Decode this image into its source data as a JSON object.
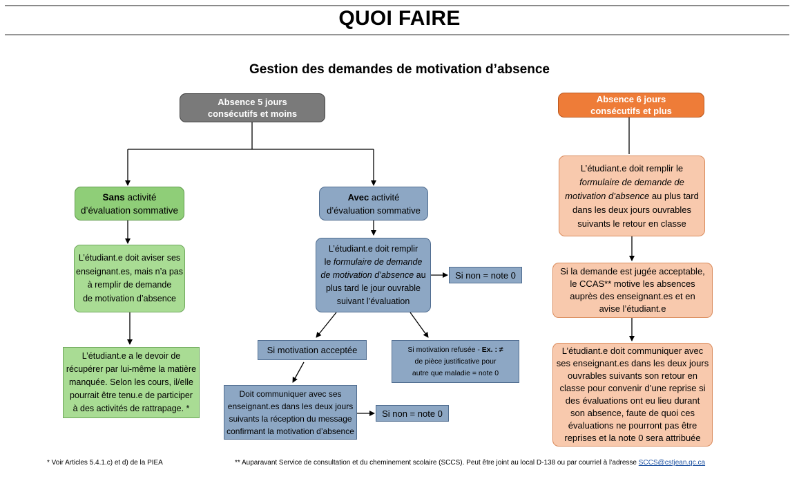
{
  "header": {
    "title": "QUOI FAIRE"
  },
  "subtitle": "Gestion des demandes de motivation d’absence",
  "left_branch": {
    "head": [
      "Absence 5 jours",
      "consécutifs et moins"
    ],
    "sans": {
      "bold": "Sans",
      "rest": " activité",
      "line2": "d’évaluation sommative"
    },
    "sans_step1": [
      "L’étudiant.e doit aviser ses",
      "enseignant.es, mais n’a pas",
      "à remplir de demande",
      "de motivation d’absence"
    ],
    "sans_step2": [
      "L’étudiant.e a le devoir de",
      "récupérer par lui-même la matière",
      "manquée. Selon les cours, il/elle",
      "pourrait être tenu.e de participer",
      "à des activités de rattrapage. *"
    ],
    "avec": {
      "bold": "Avec",
      "rest": " activité",
      "line2": "d’évaluation sommative"
    },
    "avec_step1": {
      "l1": "L’étudiant.e doit remplir",
      "l2_pre": "le ",
      "l2_it": "formulaire de demande",
      "l3_it": "de motivation d’absence",
      "l3_post": " au",
      "l4": "plus tard le jour ouvrable",
      "l5": "suivant l’évaluation"
    },
    "si_non_1": "Si non = note 0",
    "si_acceptee": "Si motivation acceptée",
    "si_refusee": {
      "pre": "Si motivation refusée - ",
      "bold": "Ex. : ≠",
      "l2": "de pièce justificative pour",
      "l3": "autre que maladie = note 0"
    },
    "doit_communiquer": [
      "Doit communiquer avec ses",
      "enseignant.es dans les deux jours",
      "suivants la réception du message",
      "confirmant la motivation d’absence"
    ],
    "si_non_2": "Si non = note 0"
  },
  "right_branch": {
    "head": [
      "Absence 6 jours",
      "consécutifs et plus"
    ],
    "step1": {
      "l1": "L’étudiant.e doit remplir le",
      "l2_it": "formulaire de demande de",
      "l3_it": "motivation d’absence",
      "l3_post": " au plus tard",
      "l4": "dans les deux jours ouvrables",
      "l5": "suivants le retour en classe"
    },
    "step2": [
      "Si la demande est jugée acceptable,",
      "le CCAS** motive les absences",
      "auprès des enseignant.es et en",
      "avise l’étudiant.e"
    ],
    "step3": [
      "L’étudiant.e doit communiquer avec",
      "ses enseignant.es dans les deux jours",
      "ouvrables suivants son retour en",
      "classe pour convenir d’une reprise si",
      "des évaluations ont eu lieu durant",
      "son absence, faute de quoi ces",
      "évaluations ne pourront pas être",
      "reprises et la note 0 sera attribuée"
    ]
  },
  "footnotes": {
    "left": "* Voir Articles 5.4.1.c) et d) de la PIEA",
    "right_text": "** Auparavant Service de consultation et du cheminement scolaire (SCCS). Peut être joint au local D-138 ou par courriel à l’adresse ",
    "right_link": "SCCS@cstjean.qc.ca"
  },
  "colors": {
    "grey_head": "#7a7a7a",
    "orange_head": "#ee7c38",
    "green": "#8fce78",
    "blue": "#8da7c4",
    "peach": "#f8c9ad"
  }
}
